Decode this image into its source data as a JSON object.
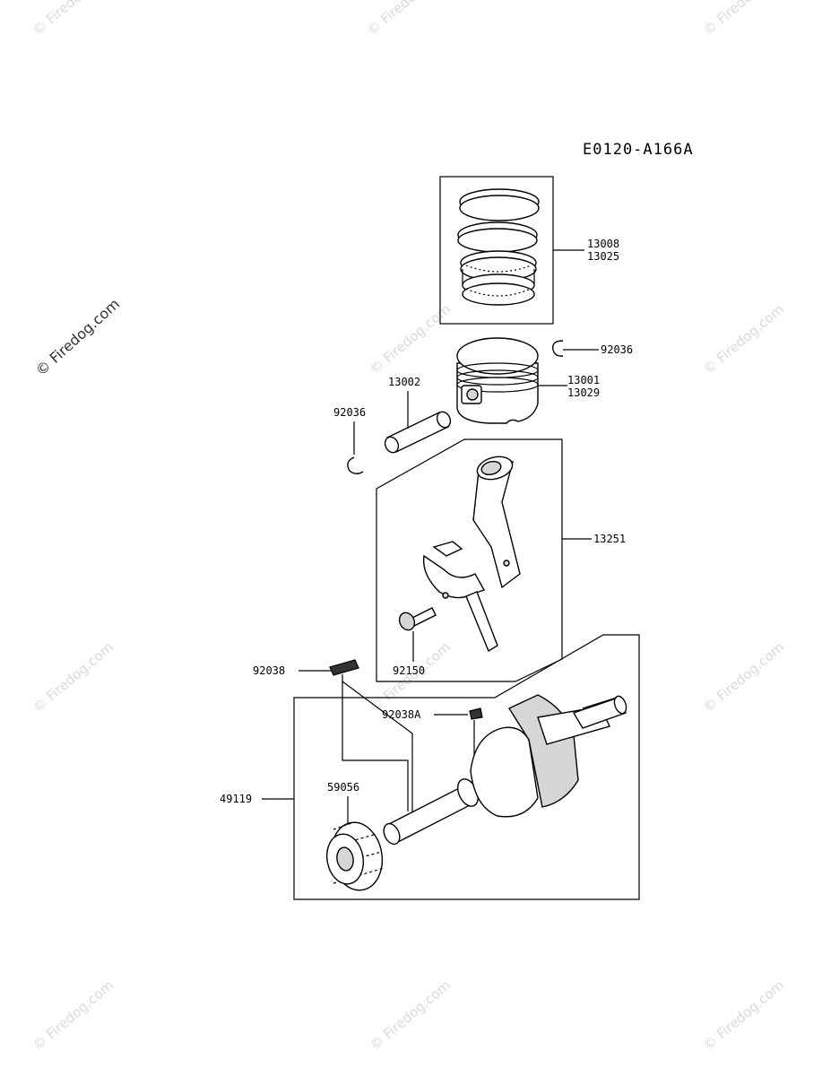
{
  "diagram": {
    "code": "E0120-A166A",
    "labels": {
      "p13008": "13008",
      "p13025": "13025",
      "p92036_right": "92036",
      "p13001": "13001",
      "p13029": "13029",
      "p13002": "13002",
      "p92036_left": "92036",
      "p13251": "13251",
      "p92150": "92150",
      "p92038": "92038",
      "p92038A": "92038A",
      "p49119": "49119",
      "p59056": "59056"
    }
  },
  "watermark": {
    "text": "© Firedog.com"
  }
}
